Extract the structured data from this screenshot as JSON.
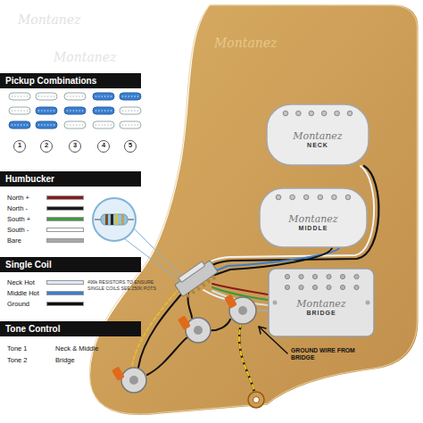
{
  "diagram": {
    "nodes": [
      {
        "text": [
          "Pickup Combinations"
        ]
      },
      {
        "text": [
          "Humbucker"
        ]
      },
      {
        "text": [
          "Single Coil"
        ]
      },
      {
        "text": [
          "Tone Control"
        ]
      },
      {
        "text": [
          "Montanez",
          "NECK"
        ]
      },
      {
        "text": [
          "Montanez",
          "MIDDLE"
        ]
      },
      {
        "text": [
          "Montanez",
          "BRIDGE"
        ]
      }
    ],
    "labels": [
      "1",
      "2",
      "3",
      "4",
      "5",
      "499k RESISTORS TO ENSURE SINGLE COILS SEE 250K POTS",
      "Tone 1",
      "Neck & Middle",
      "Tone 2",
      "Bridge",
      "GROUND WIRE FROM BRIDGE",
      "Montanez",
      "Montanez",
      "Montanez"
    ],
    "legend": [
      {
        "text": "North +",
        "color": "#8b1a1a"
      },
      {
        "text": "North -",
        "color": "#1a1a1a"
      },
      {
        "text": "South +",
        "color": "#3c9a3c"
      },
      {
        "text": "South -",
        "color": "#ffffff"
      },
      {
        "text": "Bare",
        "color": "#a8a8a8"
      },
      {
        "text": "Neck Hot",
        "color": "#dfe8f5"
      },
      {
        "text": "Middle Hot",
        "color": "#3a7fd0"
      },
      {
        "text": "Ground",
        "color": "#111111"
      }
    ]
  }
}
